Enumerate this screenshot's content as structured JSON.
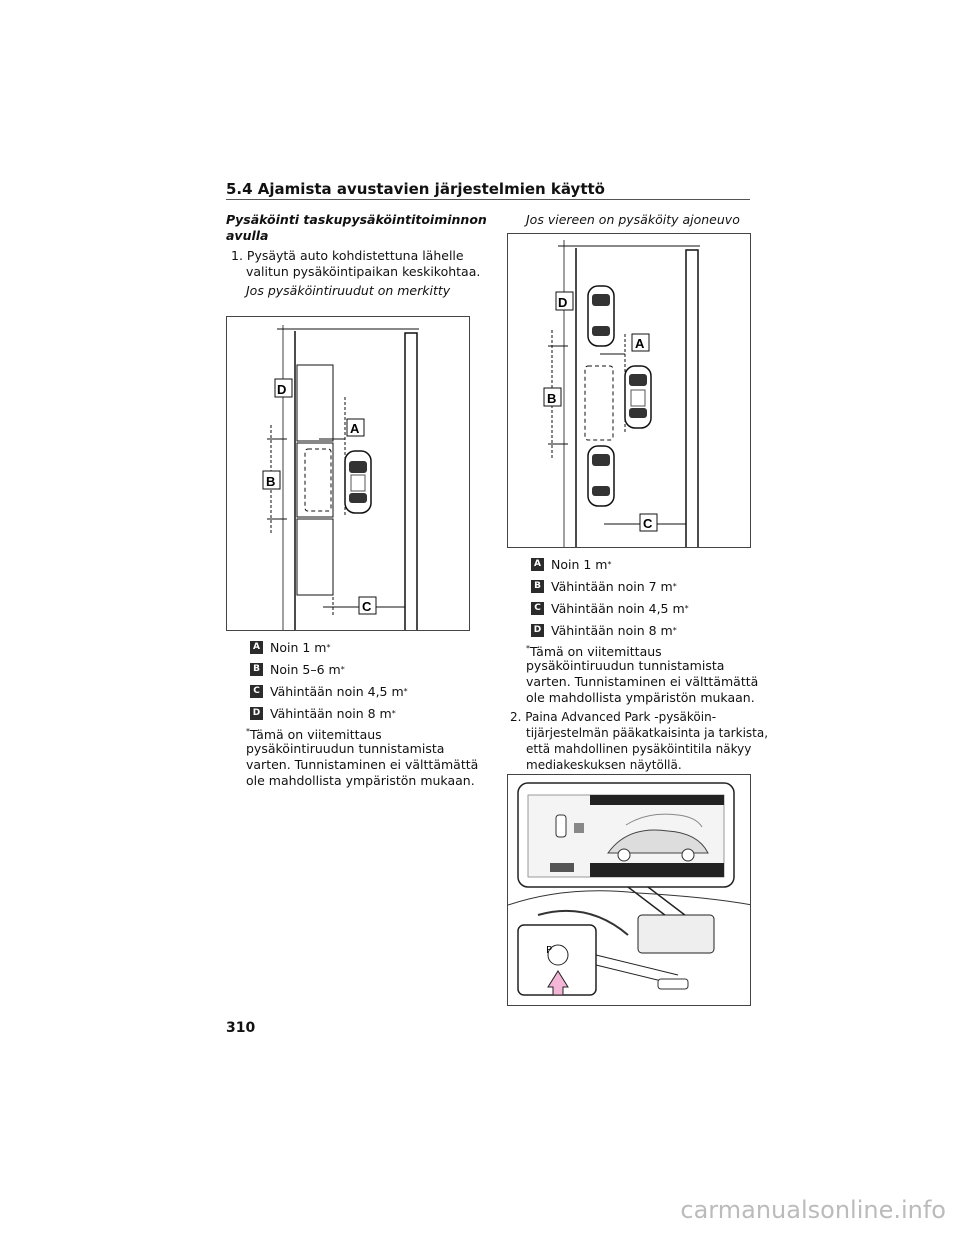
{
  "header": {
    "title": "5.4 Ajamista avustavien järjestelmien käyttö"
  },
  "left": {
    "heading": "Pysäköinti taskupysäköintitoiminnon avulla",
    "heading_line1": "Pysäköinti taskupysäköintitoiminnon",
    "heading_line2": "avulla",
    "step1_line1": "1. Pysäytä auto kohdistettuna lähelle",
    "step1_line2": "valitun pysäköintipaikan keskikohtaa.",
    "subcaption": "Jos pysäköintiruudut on merkitty",
    "legend": [
      {
        "key": "A",
        "text": "Noin 1 m"
      },
      {
        "key": "B",
        "text": "Noin 5–6 m"
      },
      {
        "key": "C",
        "text": "Vähintään noin 4,5 m"
      },
      {
        "key": "D",
        "text": "Vähintään noin 8 m"
      }
    ],
    "note_lines": [
      "Tämä on viitemittaus",
      "pysäköintiruudun tunnistamista",
      "varten. Tunnistaminen ei välttämättä",
      "ole mahdollista ympäristön mukaan."
    ]
  },
  "right": {
    "subcaption": "Jos viereen on pysäköity ajoneuvo",
    "legend": [
      {
        "key": "A",
        "text": "Noin 1 m"
      },
      {
        "key": "B",
        "text": "Vähintään noin 7 m"
      },
      {
        "key": "C",
        "text": "Vähintään noin 4,5 m"
      },
      {
        "key": "D",
        "text": "Vähintään noin 8 m"
      }
    ],
    "note_lines": [
      "Tämä on viitemittaus",
      "pysäköintiruudun tunnistamista",
      "varten. Tunnistaminen ei välttämättä",
      "ole mahdollista ympäristön mukaan."
    ],
    "step2_lines": [
      "2. Paina Advanced Park -pysäköin-",
      "tijärjestelmän pääkatkaisinta ja tarkista,",
      "että mahdollinen pysäköintitila näkyy",
      "mediakeskuksen näytöllä."
    ]
  },
  "figure_labels": {
    "A": "A",
    "B": "B",
    "C": "C",
    "D": "D",
    "P": "P",
    "star": "*"
  },
  "page_number": "310",
  "footer": "carmanualsonline.info"
}
